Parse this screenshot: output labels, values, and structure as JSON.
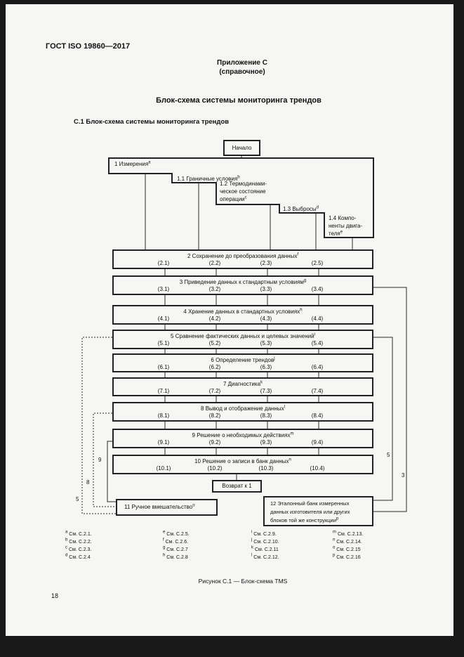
{
  "page": {
    "doc_header": "ГОСТ ISO 19860—2017",
    "annex_line1": "Приложение С",
    "annex_line2": "(справочное)",
    "title": "Блок-схема системы мониторинга трендов",
    "section": "С.1 Блок-схема системы мониторинга трендов",
    "caption": "Рисунок С.1 — Блок-схема TMS",
    "page_number": "18"
  },
  "flow": {
    "start_label": "Начало",
    "box1": {
      "label": "1 Измерения",
      "sup": "a"
    },
    "box1_1": {
      "label": "1.1 Граничные условия",
      "sup": "b"
    },
    "box1_2": {
      "label": "1.2 Термодинами-\nческое состояние\nоперации",
      "sup": "c"
    },
    "box1_3": {
      "label": "1.3 Выбросы",
      "sup": "d"
    },
    "box1_4": {
      "label": "1.4 Компо-\nненты двига-\nтеля",
      "sup": "e"
    },
    "rows": [
      {
        "title": "2 Сохранение до преобразования данных",
        "sup": "f",
        "nums": [
          "(2.1)",
          "(2.2)",
          "(2.3)",
          "(2.5)"
        ]
      },
      {
        "title": "3 Приведение данных к стандартным условиям",
        "sup": "g",
        "nums": [
          "(3.1)",
          "(3.2)",
          "(3.3)",
          "(3.4)"
        ]
      },
      {
        "title": "4 Хранение данных в стандартных условиях",
        "sup": "h",
        "nums": [
          "(4.1)",
          "(4.2)",
          "(4.3)",
          "(4.4)"
        ]
      },
      {
        "title": "5 Сравнение фактических данных и целевых значений",
        "sup": "i",
        "nums": [
          "(5.1)",
          "(5.2)",
          "(5.3)",
          "(5.4)"
        ]
      },
      {
        "title": "6 Определение трендов",
        "sup": "j",
        "nums": [
          "(6.1)",
          "(6.2)",
          "(6.3)",
          "(6.4)"
        ]
      },
      {
        "title": "7 Диагностика",
        "sup": "k",
        "nums": [
          "(7.1)",
          "(7.2)",
          "(7.3)",
          "(7.4)"
        ]
      },
      {
        "title": "8 Вывод и отображение данных",
        "sup": "l",
        "nums": [
          "(8.1)",
          "(8.2)",
          "(8.3)",
          "(8.4)"
        ]
      },
      {
        "title": "9 Решение о необходимых действиях",
        "sup": "m",
        "nums": [
          "(9.1)",
          "(9.2)",
          "(9.3)",
          "(9.4)"
        ]
      },
      {
        "title": "10 Решение о записи в банк данных",
        "sup": "n",
        "nums": [
          "(10.1)",
          "(10.2)",
          "(10.3)",
          "(10.4)"
        ]
      }
    ],
    "return_label": "Возврат  к 1",
    "box11": {
      "label": "11 Ручное вмешательство",
      "sup": "o"
    },
    "box12": {
      "label": "12 Эталонный банк измеренных\nданных изготовителя или других\nблоков той же конструкции",
      "sup": "p"
    },
    "edge_labels": {
      "left_9": "9",
      "left_8": "8",
      "left_5": "5",
      "right_5": "5",
      "right_3": "3"
    }
  },
  "footnotes": [
    {
      "s": "a",
      "t": "См. С.2.1."
    },
    {
      "s": "b",
      "t": "См. С.2.2."
    },
    {
      "s": "c",
      "t": "См. С.2.3."
    },
    {
      "s": "d",
      "t": "См. С.2.4"
    },
    {
      "s": "e",
      "t": "См. С.2.5."
    },
    {
      "s": "f",
      "t": "См. С.2.6."
    },
    {
      "s": "g",
      "t": "См. С.2.7"
    },
    {
      "s": "h",
      "t": "См. С.2.8"
    },
    {
      "s": "i",
      "t": "См. С.2.9."
    },
    {
      "s": "j",
      "t": "См. С.2.10."
    },
    {
      "s": "k",
      "t": "См. С.2.11"
    },
    {
      "s": "l",
      "t": "См. С.2.12."
    },
    {
      "s": "m",
      "t": "См. С.2.13."
    },
    {
      "s": "n",
      "t": "См. С.2.14."
    },
    {
      "s": "o",
      "t": "См. С.2.15"
    },
    {
      "s": "p",
      "t": "См. С.2.16"
    }
  ]
}
